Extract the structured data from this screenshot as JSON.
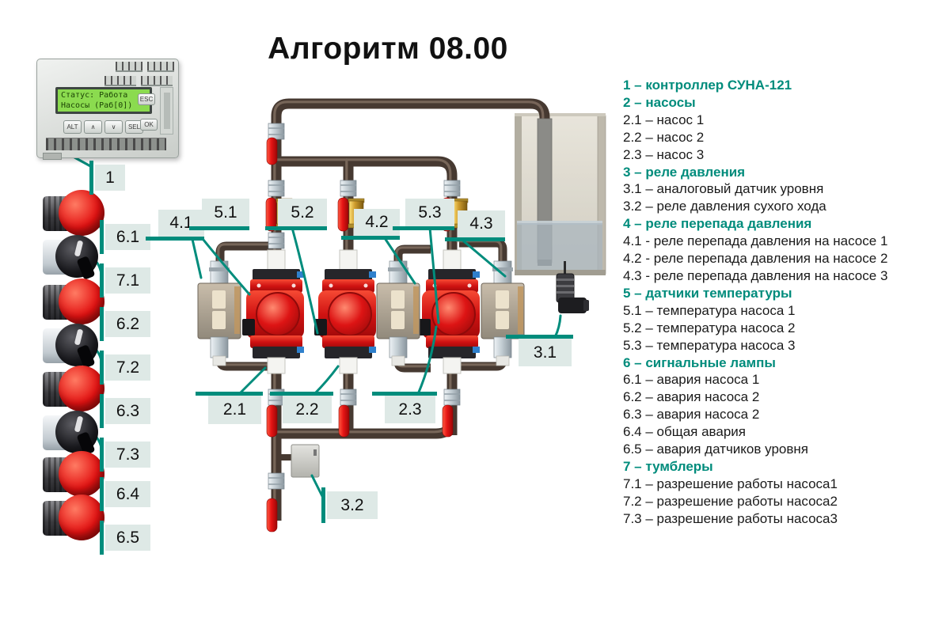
{
  "title": "Алгоритм 08.00",
  "colors": {
    "accent_teal": "#008c7c",
    "label_bg": "#dee9e6",
    "pipe_brown": "#463931",
    "pump_red": "#d01414",
    "valve_red": "#e51414",
    "lcd_green": "#8bdb4f"
  },
  "controller": {
    "lcd_line1": "Статус: Работа",
    "lcd_line2": "Насосы (Раб[0])",
    "btn_alt": "ALT",
    "btn_up": "∧",
    "btn_down": "∨",
    "btn_sel": "SEL",
    "btn_esc": "ESC",
    "btn_ok": "OK"
  },
  "callouts": {
    "controller": "1",
    "pump1": "2.1",
    "pump2": "2.2",
    "pump3": "2.3",
    "level": "3.1",
    "dry": "3.2",
    "dp1": "4.1",
    "dp2": "4.2",
    "dp3": "4.3",
    "t1": "5.1",
    "t2": "5.2",
    "t3": "5.3",
    "lamp1": "6.1",
    "lamp2": "6.2",
    "lamp3": "6.3",
    "lamp4": "6.4",
    "lamp5": "6.5",
    "sw1": "7.1",
    "sw2": "7.2",
    "sw3": "7.3"
  },
  "legend": {
    "items": [
      {
        "t": "1 – контроллер СУНА-121",
        "h": true
      },
      {
        "t": "2 – насосы",
        "h": true
      },
      {
        "t": "2.1 – насос 1"
      },
      {
        "t": "2.2 – насос 2"
      },
      {
        "t": "2.3 – насос 3"
      },
      {
        "t": "3 – реле давления",
        "h": true
      },
      {
        "t": "3.1 – аналоговый датчик уровня"
      },
      {
        "t": "3.2 – реле давления сухого хода"
      },
      {
        "t": "4 – реле перепада давления",
        "h": true
      },
      {
        "t": "4.1 - реле перепада давления на насосе 1"
      },
      {
        "t": "4.2 - реле перепада давления на насосе 2"
      },
      {
        "t": "4.3 - реле перепада давления на насосе 3"
      },
      {
        "t": "5 – датчики температуры",
        "h": true
      },
      {
        "t": "5.1 – температура насоса 1"
      },
      {
        "t": "5.2 – температура насоса 2"
      },
      {
        "t": "5.3 – температура насоса 3"
      },
      {
        "t": "6 – сигнальные лампы",
        "h": true
      },
      {
        "t": "6.1 – авария насоса 1"
      },
      {
        "t": "6.2 – авария насоса 2"
      },
      {
        "t": "6.3 – авария насоса 2"
      },
      {
        "t": "6.4 – общая авария"
      },
      {
        "t": "6.5 – авария датчиков уровня"
      },
      {
        "t": "7 – тумблеры",
        "h": true
      },
      {
        "t": "7.1 – разрешение работы насоса1"
      },
      {
        "t": "7.2 – разрешение работы насоса2"
      },
      {
        "t": "7.3 – разрешение работы насоса3"
      }
    ]
  }
}
